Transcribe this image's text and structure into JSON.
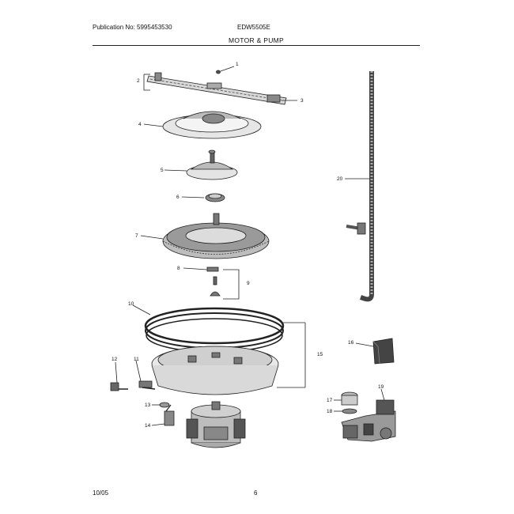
{
  "header": {
    "publication": "Publication No: 5995453530",
    "model": "EDW5505E",
    "section_title": "MOTOR & PUMP"
  },
  "footer": {
    "date": "10/05",
    "page": "6"
  },
  "callouts": [
    "1",
    "2",
    "3",
    "4",
    "5",
    "6",
    "7",
    "8",
    "9",
    "10",
    "11",
    "12",
    "13",
    "14",
    "15",
    "16",
    "17",
    "18",
    "19",
    "20"
  ]
}
